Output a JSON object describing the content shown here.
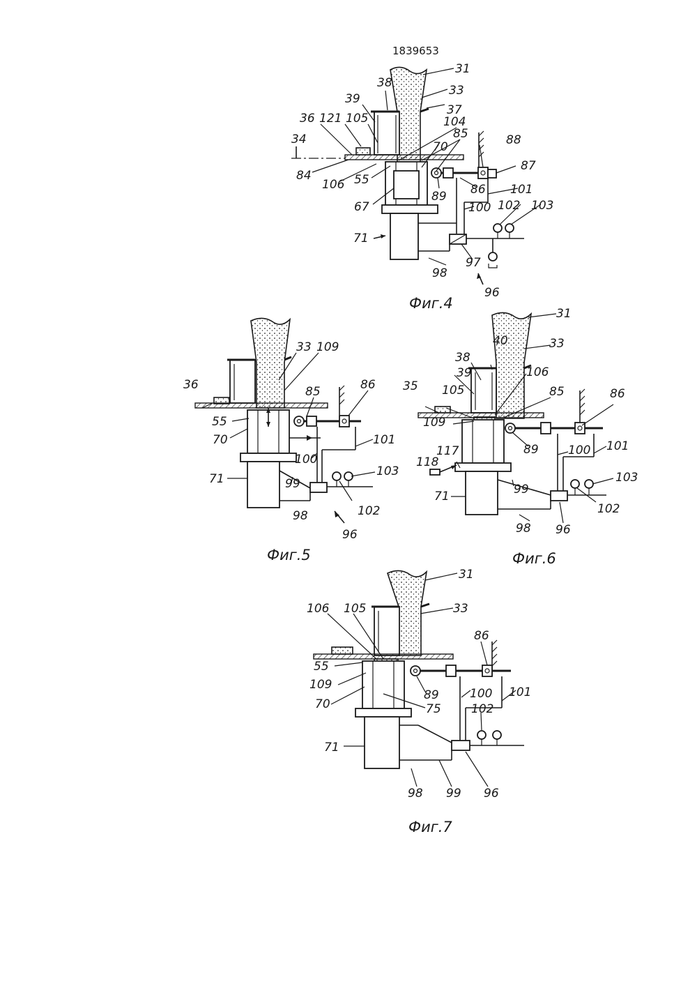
{
  "document": {
    "patent_number": "1839653"
  },
  "figures": [
    {
      "caption": "Фиг.4",
      "labels": [
        "31",
        "38",
        "33",
        "39",
        "37",
        "36",
        "121",
        "105",
        "104",
        "34",
        "85",
        "70",
        "88",
        "84",
        "106",
        "55",
        "87",
        "89",
        "86",
        "101",
        "67",
        "100",
        "102",
        "103",
        "71",
        "97",
        "98",
        "96"
      ]
    },
    {
      "caption": "Фиг.5",
      "labels": [
        "33",
        "109",
        "36",
        "85",
        "86",
        "55",
        "70",
        "101",
        "100",
        "71",
        "99",
        "102",
        "103",
        "98",
        "96"
      ]
    },
    {
      "caption": "Фиг.6",
      "labels": [
        "31",
        "40",
        "33",
        "38",
        "39",
        "106",
        "35",
        "105",
        "85",
        "86",
        "109",
        "89",
        "100",
        "101",
        "117",
        "118",
        "71",
        "99",
        "103",
        "102",
        "98",
        "96"
      ]
    },
    {
      "caption": "Фиг.7",
      "labels": [
        "31",
        "33",
        "106",
        "105",
        "86",
        "55",
        "89",
        "100",
        "101",
        "109",
        "102",
        "70",
        "75",
        "71",
        "98",
        "99",
        "96"
      ]
    }
  ]
}
